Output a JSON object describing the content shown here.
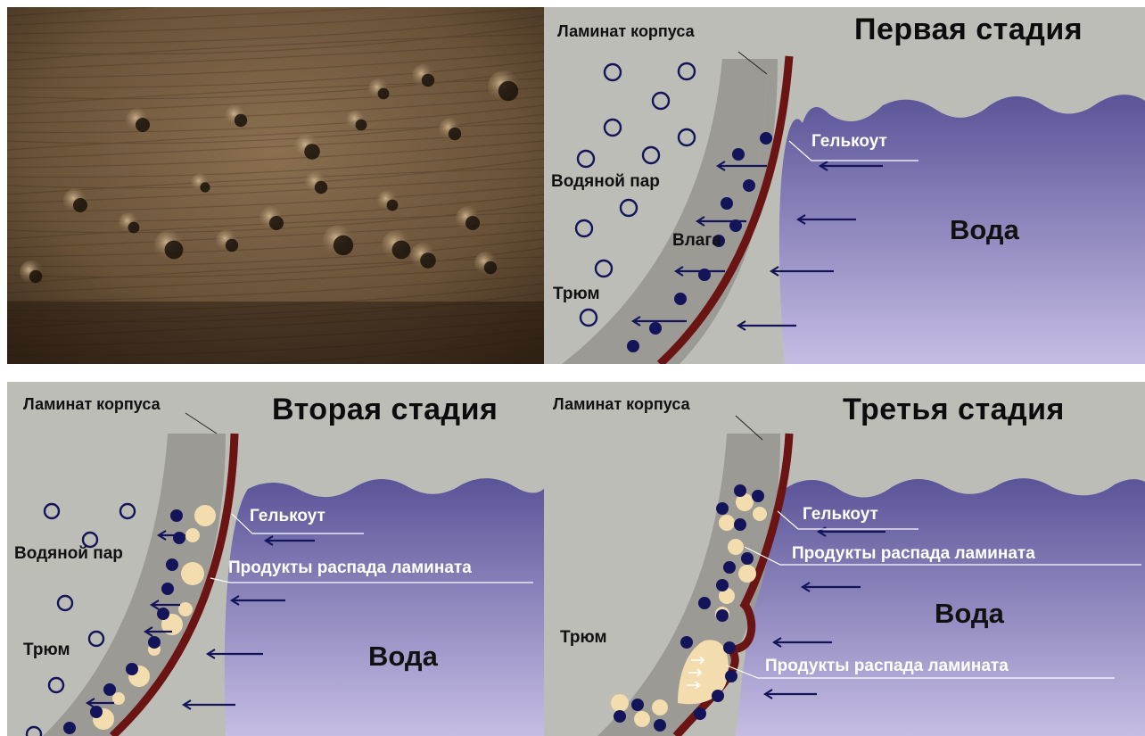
{
  "colors": {
    "hold": "#bdbdb7",
    "laminate": "#9c9a94",
    "gelcoat": "#6b1414",
    "water_top": "#5a5498",
    "water_bottom": "#c6bde4",
    "molecule": "#14145a",
    "decay_product": "#f3dcae"
  },
  "photo": {
    "icon": "blistered-hull-photo"
  },
  "stage1": {
    "title": "Первая стадия",
    "laminate": "Ламинат корпуса",
    "gelcoat": "Гелькоут",
    "vapor": "Водяной пар",
    "moisture": "Влага",
    "hold": "Трюм",
    "water": "Вода"
  },
  "stage2": {
    "title": "Вторая стадия",
    "laminate": "Ламинат корпуса",
    "gelcoat": "Гелькоут",
    "vapor": "Водяной пар",
    "decay": "Продукты распада ламината",
    "hold": "Трюм",
    "water": "Вода"
  },
  "stage3": {
    "title": "Третья стадия",
    "laminate": "Ламинат корпуса",
    "gelcoat": "Гелькоут",
    "decay_top": "Продукты распада ламината",
    "decay_bottom": "Продукты распада ламината",
    "hold": "Трюм",
    "water": "Вода"
  }
}
